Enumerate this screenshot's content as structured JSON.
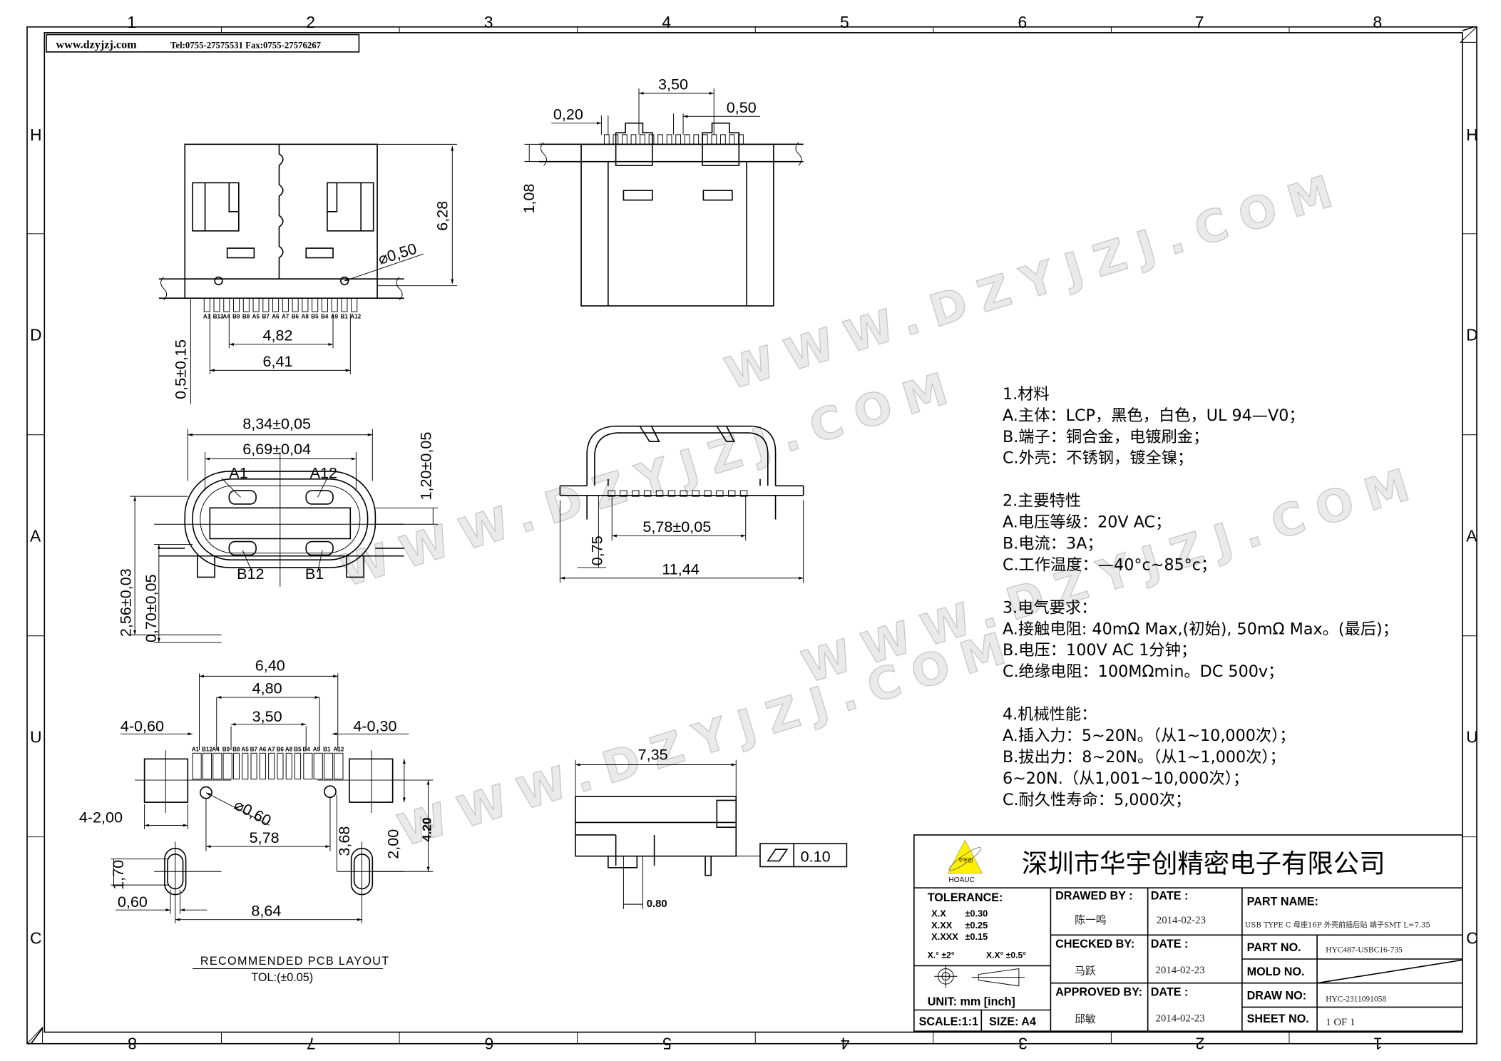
{
  "header": {
    "site": "www.dzyjzj.com",
    "contact": "Tel:0755-27575531  Fax:0755-27576267"
  },
  "grid": {
    "top_cols": [
      "1",
      "2",
      "3",
      "4",
      "5",
      "6",
      "7",
      "8"
    ],
    "bottom_cols": [
      "8",
      "7",
      "6",
      "5",
      "4",
      "3",
      "2",
      "1"
    ],
    "rows": [
      "H",
      "D",
      "A",
      "U",
      "C"
    ]
  },
  "watermark": "WWW.DZYJZJ.COM",
  "top_view": {
    "dim_height": "6,28",
    "dim_hole": "⌀0,50",
    "dim_inner": "4,82",
    "dim_outer": "6,41",
    "dim_pin": "0,5±0,15",
    "pins": [
      "A1",
      "B12",
      "A4",
      "B9",
      "B8",
      "A5",
      "B7",
      "A6",
      "A7",
      "B6",
      "A8",
      "B5",
      "B4",
      "A9",
      "B1",
      "A12"
    ]
  },
  "front_top_view": {
    "dim_pitch": "3,50",
    "dim_020": "0,20",
    "dim_050": "0,50",
    "dim_108": "1,08"
  },
  "front_view": {
    "dim_outer": "8,34±0,05",
    "dim_inner": "6,69±0,04",
    "dim_h": "1,20±0,05",
    "dim_256": "2,56±0,03",
    "dim_070": "0,70±0,05",
    "label_a1": "A1",
    "label_a12": "A12",
    "label_b12": "B12",
    "label_b1": "B1"
  },
  "side_view": {
    "dim_578": "5,78±0,05",
    "dim_1144": "11,44",
    "dim_075": "0,75"
  },
  "bottom_view": {
    "dim_735": "7,35",
    "flatness": "0.10",
    "dim_080": "0.80"
  },
  "pcb_layout": {
    "dim_640": "6,40",
    "dim_480": "4,80",
    "dim_350": "3,50",
    "dim_pad_w1": "4-0,60",
    "dim_pad_w2": "4-0,30",
    "dim_200a": "4-2,00",
    "dim_hole": "⌀0,60",
    "dim_578": "5,78",
    "dim_368": "3,68",
    "dim_200b": "2,00",
    "dim_420": "4.20",
    "dim_170": "1,70",
    "dim_060": "0,60",
    "dim_864": "8,64",
    "title": "RECOMMENDED PCB LAYOUT",
    "tolerance": "TOL:(±0.05)"
  },
  "notes": [
    "1.材料",
    "A.主体：LCP，黑色，白色，UL 94—V0；",
    "B.端子：铜合金，电镀刷金；",
    "C.外壳：不锈钢，镀全镍；",
    "",
    "2.主要特性",
    "A.电压等级：20V AC；",
    "B.电流：3A；",
    "C.工作温度：—40°c~85°c；",
    "",
    "3.电气要求：",
    "A.接触电阻: 40mΩ Max,(初始), 50mΩ Max。(最后)；",
    "B.电压：100V AC 1分钟；",
    "C.绝缘电阻：100MΩmin。DC 500v；",
    "",
    "4.机械性能：",
    "A.插入力：5~20N。（从1~10,000次）；",
    "B.拔出力：8~20N。（从1~1,000次）；",
    "   6~20N.（从1,001~10,000次）；",
    "C.耐久性寿命：5,000次；"
  ],
  "title_block": {
    "company": "深圳市华宇创精密电子有限公司",
    "logo_text": "HOAUC",
    "logo_cn": "华宇创",
    "tolerance_label": "TOLERANCE:",
    "tol_rows": [
      [
        "X.X",
        "±0.30"
      ],
      [
        "X.XX",
        "±0.25"
      ],
      [
        "X.XXX",
        "±0.15"
      ]
    ],
    "tol_angle": [
      "X.°  ±2°",
      "X.X°  ±0.5°"
    ],
    "unit": "UNIT:  mm  [inch]",
    "scale": "SCALE:1:1",
    "size": "SIZE:  A4",
    "drawed_by_label": "DRAWED BY :",
    "drawed_by": "陈一鸣",
    "checked_by_label": "CHECKED BY:",
    "checked_by": "马跃",
    "approved_by_label": "APPROVED BY:",
    "approved_by": "邱敏",
    "date_label": "DATE :",
    "drawed_date": "2014-02-23",
    "checked_date": "2014-02-23",
    "approved_date": "2014-02-23",
    "part_name_label": "PART NAME:",
    "part_name": "USB TYPE C 母座16P 外壳前插后贴 端子SMT L=7.35",
    "part_no_label": "PART NO.",
    "part_no": "HYC487-USBC16-735",
    "mold_no_label": "MOLD NO.",
    "draw_no_label": "DRAW NO:",
    "draw_no": "HYC-2311091058",
    "sheet_no_label": "SHEET NO.",
    "sheet_no": "1 OF 1"
  }
}
